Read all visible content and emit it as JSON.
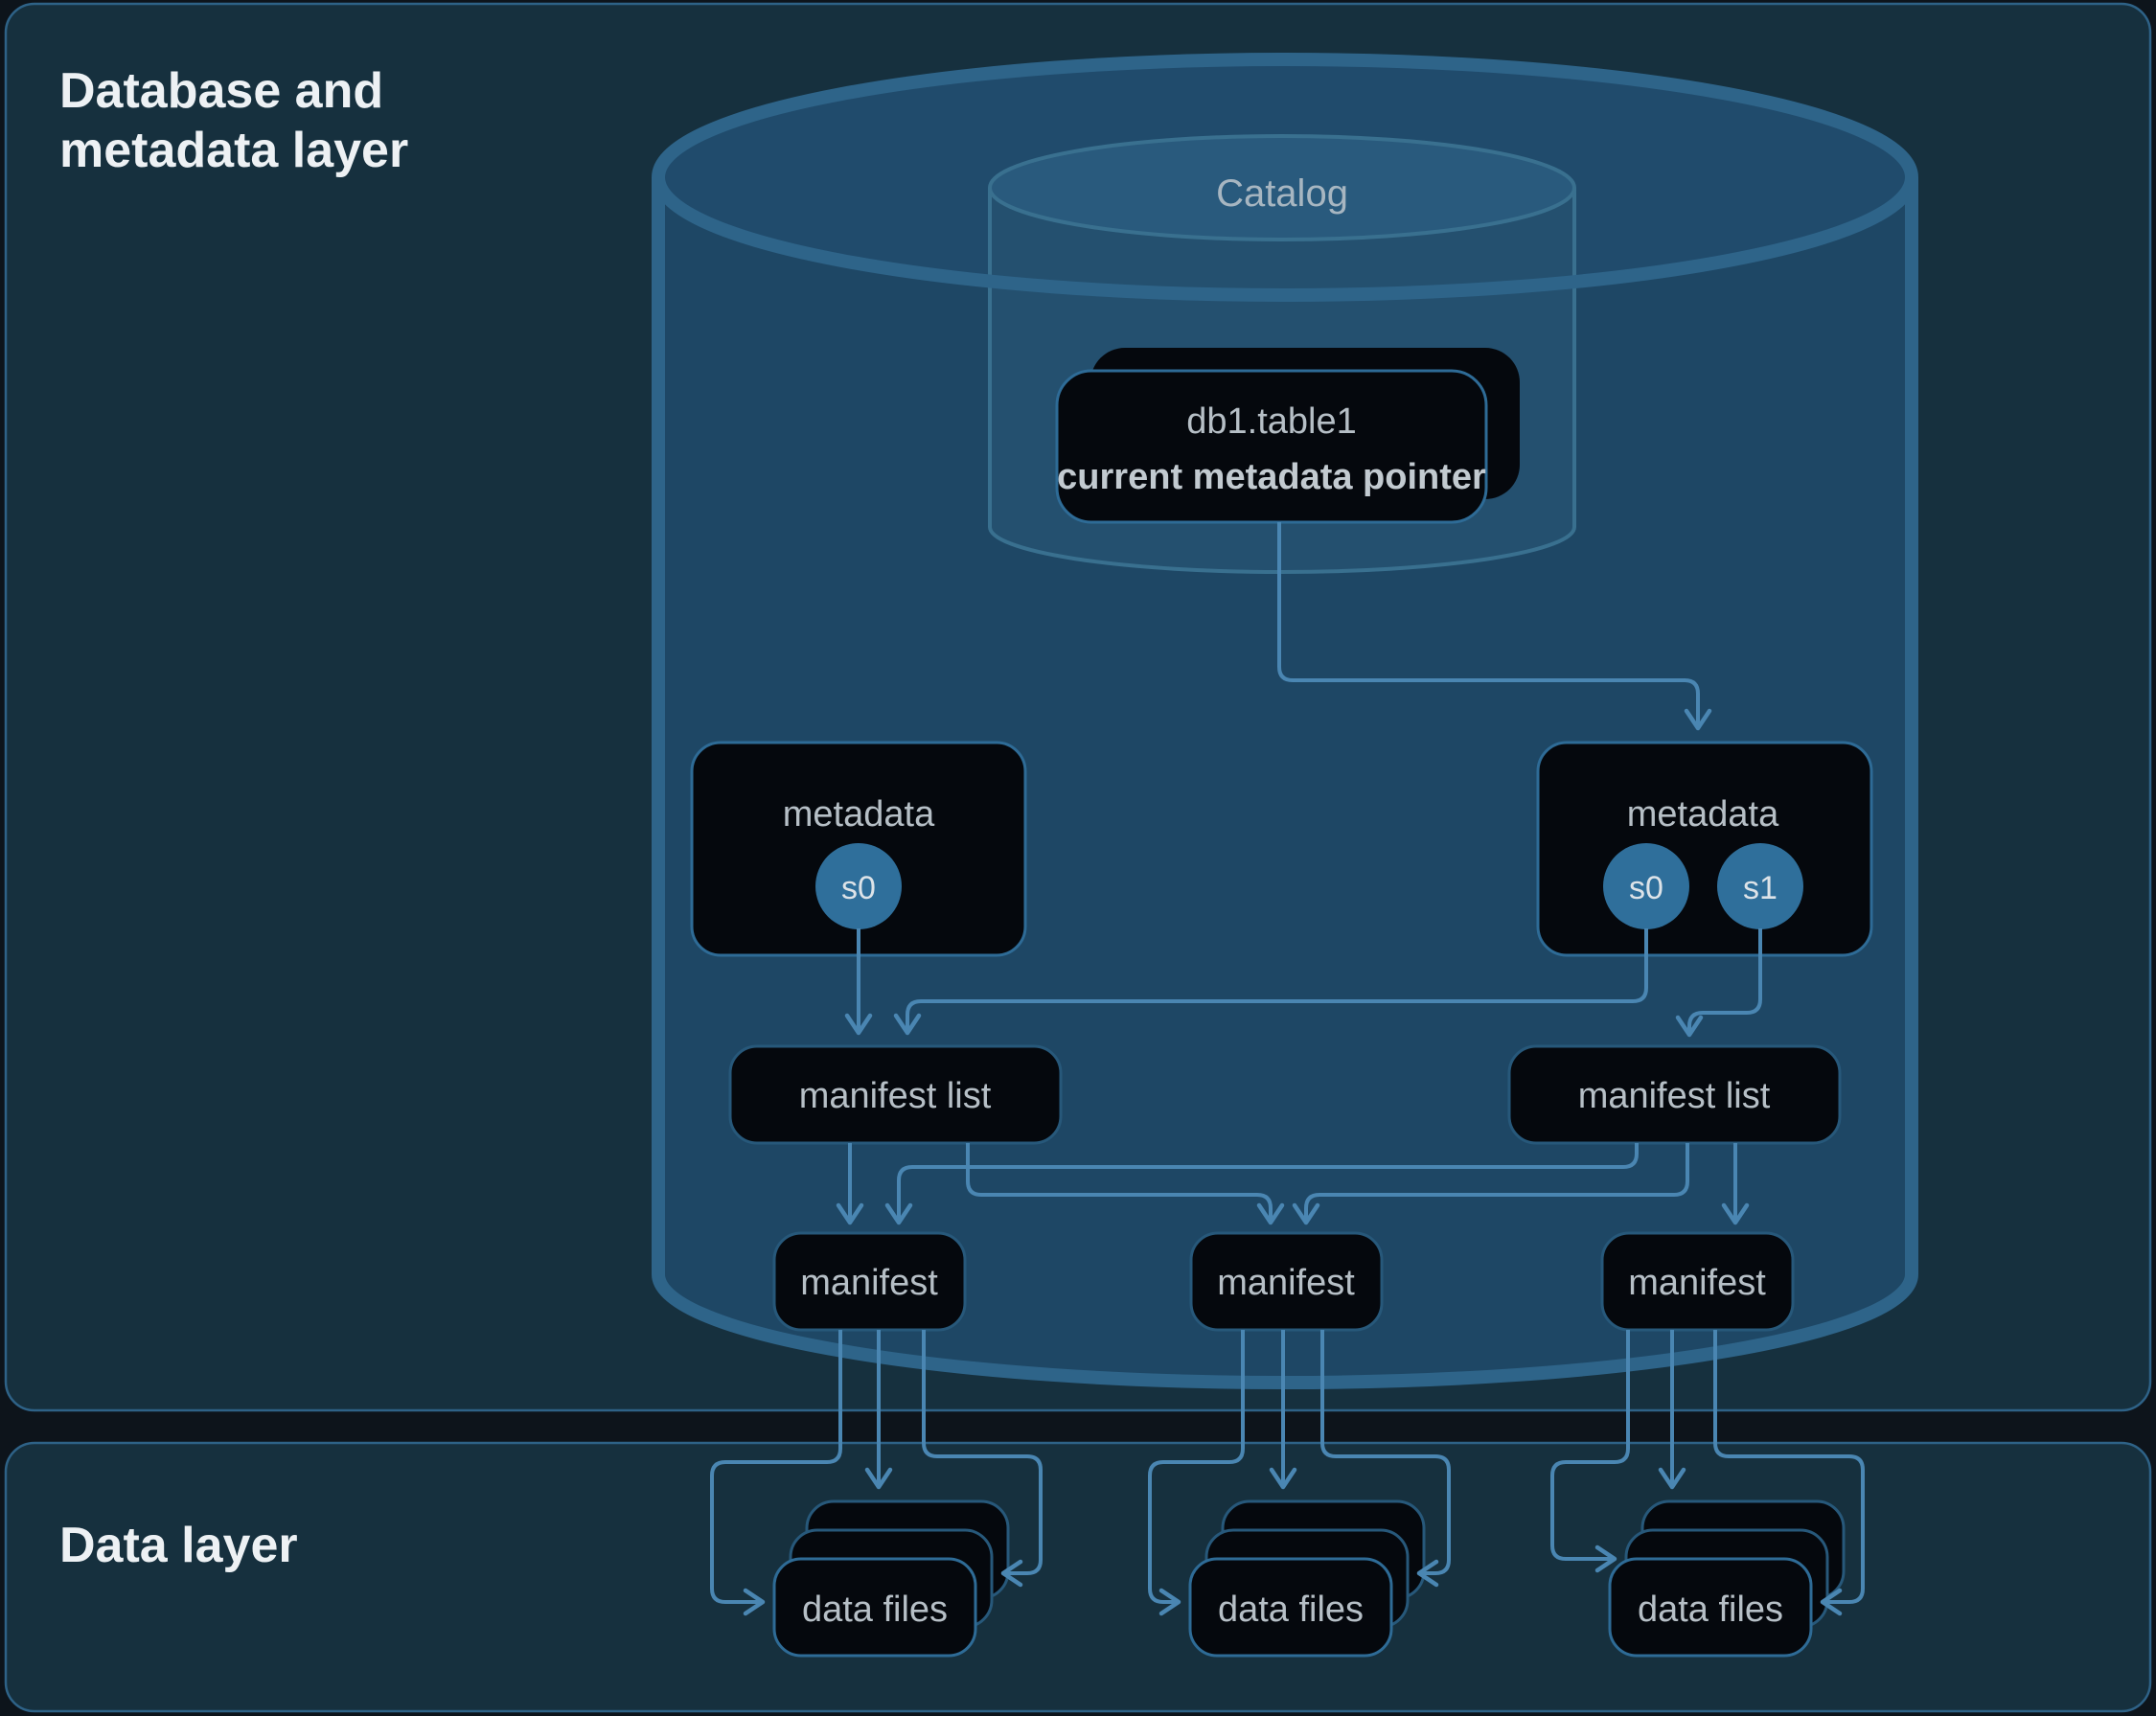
{
  "metadata_layer": {
    "title_line1": "Database and",
    "title_line2": "metadata layer"
  },
  "data_layer": {
    "title": "Data layer"
  },
  "catalog": {
    "label": "Catalog"
  },
  "table_pointer": {
    "name": "db1.table1",
    "pointer": "current metadata pointer"
  },
  "metadata_files": [
    {
      "label": "metadata",
      "snapshots": [
        "s0"
      ]
    },
    {
      "label": "metadata",
      "snapshots": [
        "s0",
        "s1"
      ]
    }
  ],
  "manifest_lists": [
    {
      "label": "manifest list"
    },
    {
      "label": "manifest list"
    }
  ],
  "manifests": [
    {
      "label": "manifest"
    },
    {
      "label": "manifest"
    },
    {
      "label": "manifest"
    }
  ],
  "data_files": [
    {
      "label": "data files"
    },
    {
      "label": "data files"
    },
    {
      "label": "data files"
    }
  ],
  "colors": {
    "page_background": "#0d141b",
    "panel_fill": "#16303e",
    "panel_border": "#2e6287",
    "cylinder_fill": "#1e4765",
    "cylinder_top_fill": "#204b6c",
    "cylinder_stroke": "#2e6489",
    "catalog_body_fill": "#24506f",
    "catalog_top_fill": "#295a7d",
    "catalog_stroke": "#39708f",
    "node_fill": "#05080d",
    "node_border": "#2e6b96",
    "snapshot_circle_fill": "#2f6f9b",
    "arrow_line": "#4a86b2",
    "title_text": "#edf1f4",
    "node_text": "#b6bfc6"
  }
}
